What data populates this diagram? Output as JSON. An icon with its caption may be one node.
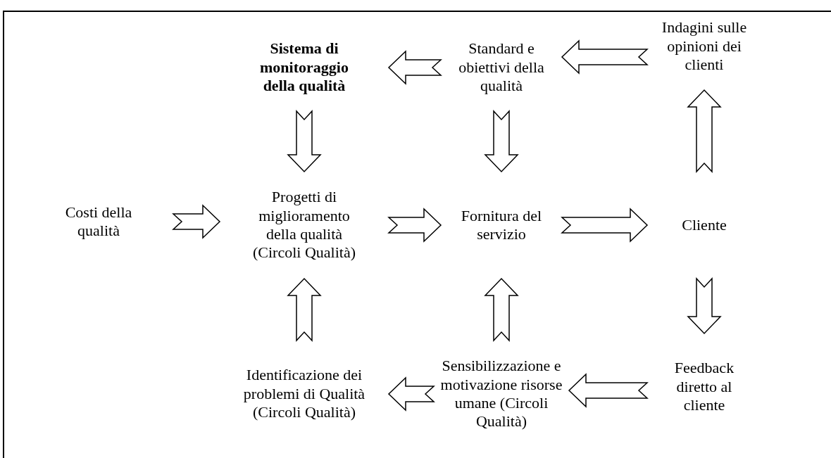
{
  "diagram": {
    "nodes": [
      {
        "text": [
          "Sistema di monitoraggio della qualità"
        ]
      },
      {
        "text": [
          "Standard e obiettivi della qualità"
        ]
      },
      {
        "text": [
          "Indagini sulle opinioni dei clienti"
        ]
      },
      {
        "text": [
          "Costi della qualità"
        ]
      },
      {
        "text": [
          "Progetti di miglioramento della qualità (Circoli Qualità)"
        ]
      },
      {
        "text": [
          "Fornitura del servizio"
        ]
      },
      {
        "text": [
          "Cliente"
        ]
      },
      {
        "text": [
          "Identificazione dei problemi di Qualità (Circoli Qualità)"
        ]
      },
      {
        "text": [
          "Sensibilizzazione e motivazione risorse umane (Circoli Qualità)"
        ]
      },
      {
        "text": [
          "Feedback diretto al cliente"
        ]
      }
    ],
    "edges": [
      {
        "from": 1,
        "to": 0,
        "arrow": "to"
      },
      {
        "from": 2,
        "to": 1,
        "arrow": "to"
      },
      {
        "from": 0,
        "to": 4,
        "arrow": "to"
      },
      {
        "from": 1,
        "to": 5,
        "arrow": "to"
      },
      {
        "from": 6,
        "to": 2,
        "arrow": "to"
      },
      {
        "from": 3,
        "to": 4,
        "arrow": "to"
      },
      {
        "from": 4,
        "to": 5,
        "arrow": "to"
      },
      {
        "from": 5,
        "to": 6,
        "arrow": "to"
      },
      {
        "from": 7,
        "to": 4,
        "arrow": "to"
      },
      {
        "from": 8,
        "to": 5,
        "arrow": "to"
      },
      {
        "from": 6,
        "to": 9,
        "arrow": "to"
      },
      {
        "from": 9,
        "to": 8,
        "arrow": "to"
      },
      {
        "from": 8,
        "to": 7,
        "arrow": "to"
      }
    ]
  }
}
